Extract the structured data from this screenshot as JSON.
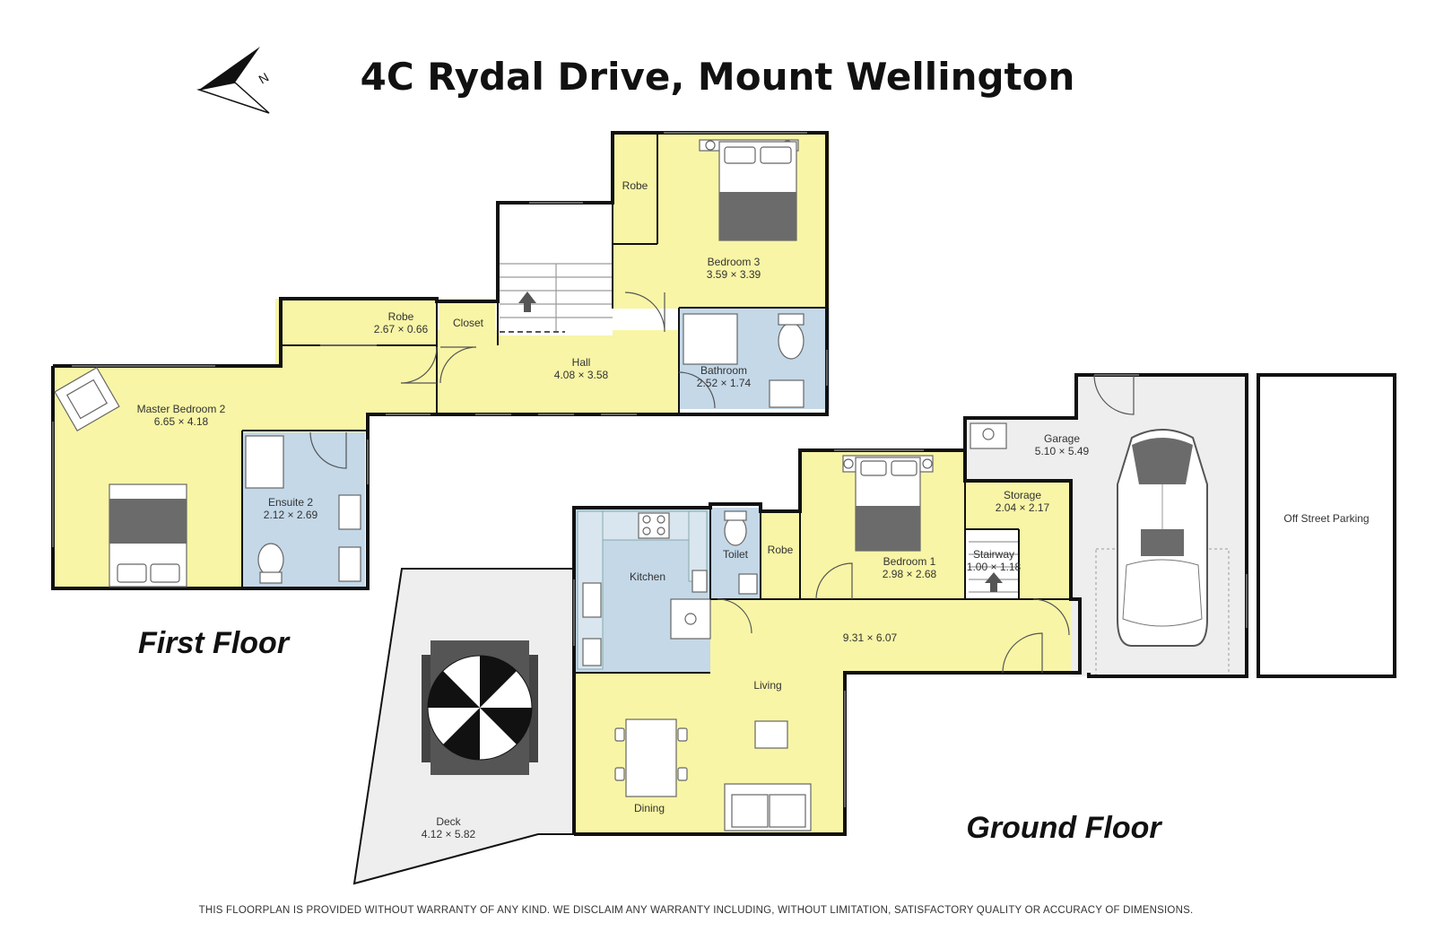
{
  "title": "4C Rydal Drive, Mount Wellington",
  "floors": {
    "first": "First Floor",
    "ground": "Ground Floor"
  },
  "compass": {
    "north_letter": "N"
  },
  "rooms": {
    "robe_top": {
      "name": "Robe"
    },
    "bedroom3": {
      "name": "Bedroom 3",
      "dims": "3.59 × 3.39"
    },
    "robe_long": {
      "name": "Robe",
      "dims": "2.67 × 0.66"
    },
    "closet": {
      "name": "Closet"
    },
    "hall": {
      "name": "Hall",
      "dims": "4.08 × 3.58"
    },
    "bathroom": {
      "name": "Bathroom",
      "dims": "2.52 × 1.74"
    },
    "master": {
      "name": "Master Bedroom 2",
      "dims": "6.65 × 4.18"
    },
    "ensuite": {
      "name": "Ensuite 2",
      "dims": "2.12 × 2.69"
    },
    "garage": {
      "name": "Garage",
      "dims": "5.10 × 5.49"
    },
    "storage": {
      "name": "Storage",
      "dims": "2.04 × 2.17"
    },
    "offstreet": {
      "name": "Off Street Parking"
    },
    "bedroom1": {
      "name": "Bedroom 1",
      "dims": "2.98 × 2.68"
    },
    "stairway": {
      "name": "Stairway",
      "dims": "1.00 × 1.18"
    },
    "toilet": {
      "name": "Toilet"
    },
    "robe_ground": {
      "name": "Robe"
    },
    "kitchen": {
      "name": "Kitchen"
    },
    "living_dims": {
      "dims": "9.31 × 6.07"
    },
    "living": {
      "name": "Living"
    },
    "dining": {
      "name": "Dining"
    },
    "deck": {
      "name": "Deck",
      "dims": "4.12 × 5.82"
    }
  },
  "disclaimer": "THIS FLOORPLAN IS PROVIDED WITHOUT WARRANTY OF ANY KIND. WE DISCLAIM ANY WARRANTY INCLUDING, WITHOUT LIMITATION, SATISFACTORY QUALITY OR ACCURACY OF DIMENSIONS.",
  "colors": {
    "room_fill": "#f8f5a6",
    "wet_fill": "#c4d8e8",
    "garage_fill": "#eeeeee",
    "wall": "#111111"
  }
}
